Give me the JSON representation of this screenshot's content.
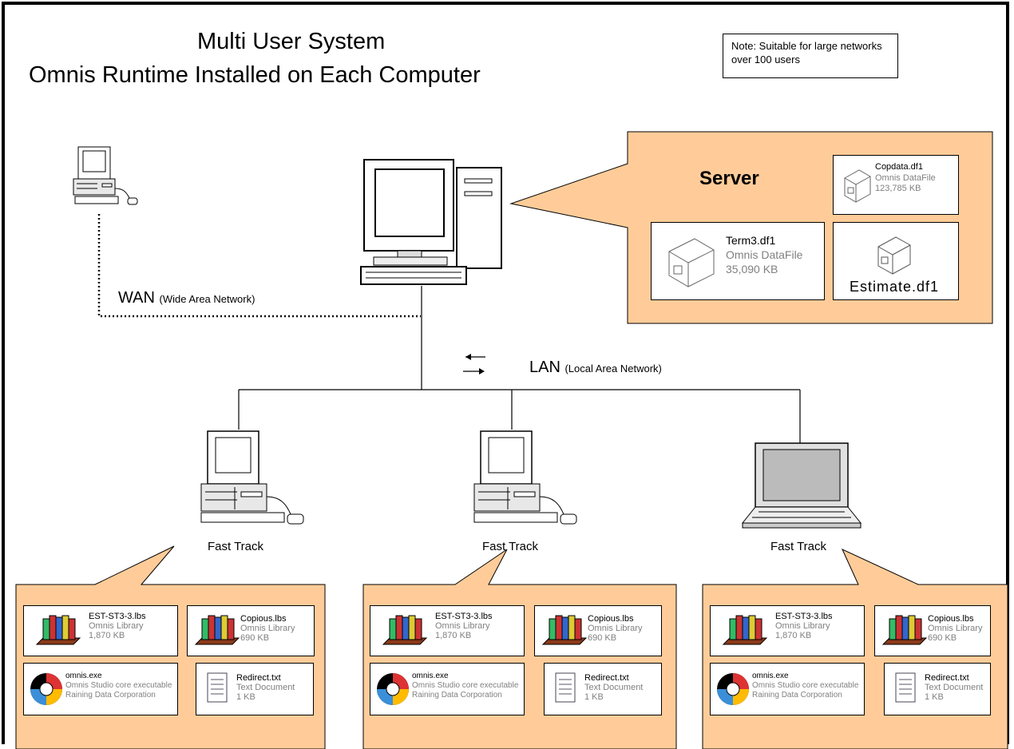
{
  "title": {
    "line1": "Multi User System",
    "line2": "Omnis Runtime Installed on Each Computer"
  },
  "note": "Note: Suitable for large networks over 100 users",
  "wan": {
    "label": "WAN",
    "sub": "(Wide Area Network)"
  },
  "lan": {
    "label": "LAN",
    "sub": "(Local Area Network)"
  },
  "server": {
    "title": "Server",
    "files": [
      {
        "name": "Copdata.df1",
        "type": "Omnis DataFile",
        "size": "123,785 KB"
      },
      {
        "name": "Term3.df1",
        "type": "Omnis DataFile",
        "size": "35,090 KB"
      },
      {
        "name": "Estimate.df1"
      }
    ]
  },
  "clients": [
    {
      "label": "Fast Track"
    },
    {
      "label": "Fast Track"
    },
    {
      "label": "Fast Track"
    }
  ],
  "client_files": {
    "lib1": {
      "name": "EST-ST3-3.lbs",
      "type": "Omnis Library",
      "size": "1,870 KB"
    },
    "lib2": {
      "name": "Copious.lbs",
      "type": "Omnis Library",
      "size": "690 KB"
    },
    "exe": {
      "name": "omnis.exe",
      "desc": "Omnis Studio core executable",
      "company": "Raining Data Corporation"
    },
    "txt": {
      "name": "Redirect.txt",
      "type": "Text Document",
      "size": "1 KB"
    }
  },
  "colors": {
    "callout_fill": "#FFCC99",
    "line": "#000000"
  }
}
